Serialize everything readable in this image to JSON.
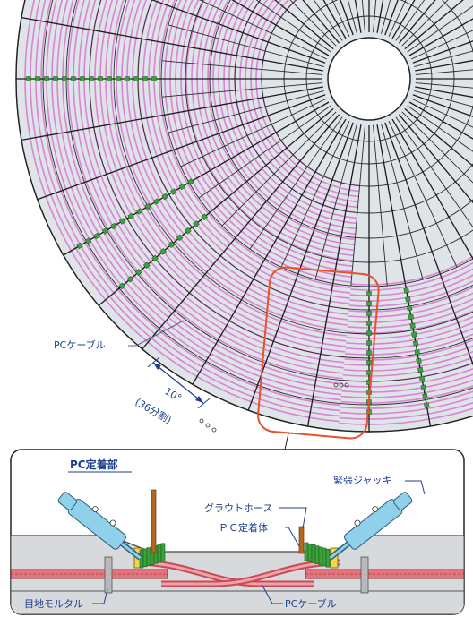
{
  "labels": {
    "pc_cable_top": "PCケーブル",
    "angle_value": "10°",
    "angle_division": "(36分割)",
    "detail_title": "PC定着部",
    "jack": "緊張ジャッキ",
    "grout_hose": "グラウトホース",
    "anchor_body": "ＰＣ定着体",
    "joint_mortar": "目地モルタル",
    "pc_cable_bottom": "PCケーブル"
  },
  "colors": {
    "tank_fill": "#dfe4e9",
    "cable_pink": "#d774cf",
    "radial_line": "#1a1a1a",
    "anchor_green": "#3aa23a",
    "highlight": "#e8512a",
    "label_blue": "#1d3f8f",
    "jack_blue": "#8fd0ea",
    "duct_red": "#e7727a"
  },
  "diagram": {
    "radial_divisions": 36,
    "division_angle_deg": 10
  }
}
